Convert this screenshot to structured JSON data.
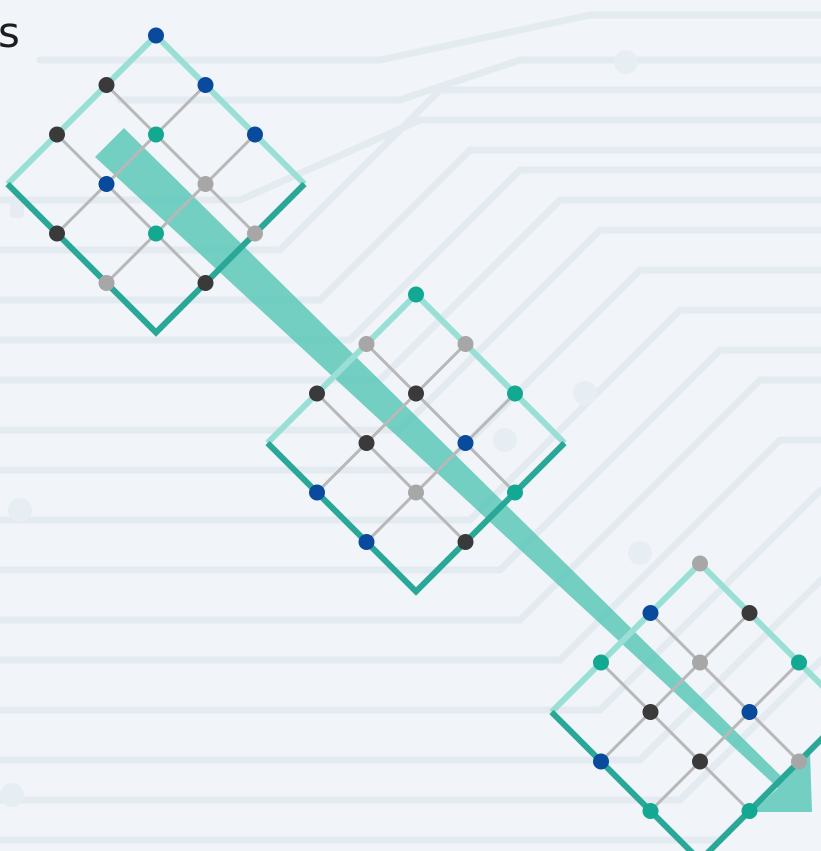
{
  "corner_text": "s",
  "colors": {
    "background": "#f1f5f9",
    "circuit_trace": "#e3ebf1",
    "arrow": "#5cc8b8",
    "frame_light": "#9adfd5",
    "frame_dark": "#2aa897",
    "grid_line": "#b8b8b8",
    "dot_teal": "#13a892",
    "dot_blue": "#0a4a9c",
    "dot_dark": "#3a3a3a",
    "dot_gray": "#a7a7a7"
  },
  "icons": [
    "circuit-board-background",
    "flow-arrow",
    "grid-node-icon"
  ],
  "grids": [
    {
      "name": "grid-node-1",
      "dots": [
        "blue",
        "dark",
        "dark",
        "blue",
        "teal",
        "blue",
        "dark",
        "blue",
        "gray",
        "teal",
        "gray",
        "gray",
        "dark",
        "blue",
        "dark",
        "teal",
        "gray"
      ]
    },
    {
      "name": "grid-node-2",
      "dots": [
        "teal",
        "gray",
        "dark",
        "gray",
        "dark",
        "dark",
        "blue",
        "teal",
        "blue",
        "gray",
        "blue",
        "teal",
        "dark",
        "teal",
        "gray",
        "blue",
        "gray"
      ]
    },
    {
      "name": "grid-node-3",
      "dots": [
        "gray",
        "blue",
        "teal",
        "dark",
        "gray",
        "dark",
        "blue",
        "teal",
        "blue",
        "dark",
        "teal",
        "gray",
        "teal",
        "blue",
        "dark",
        "teal",
        "blue"
      ]
    }
  ]
}
